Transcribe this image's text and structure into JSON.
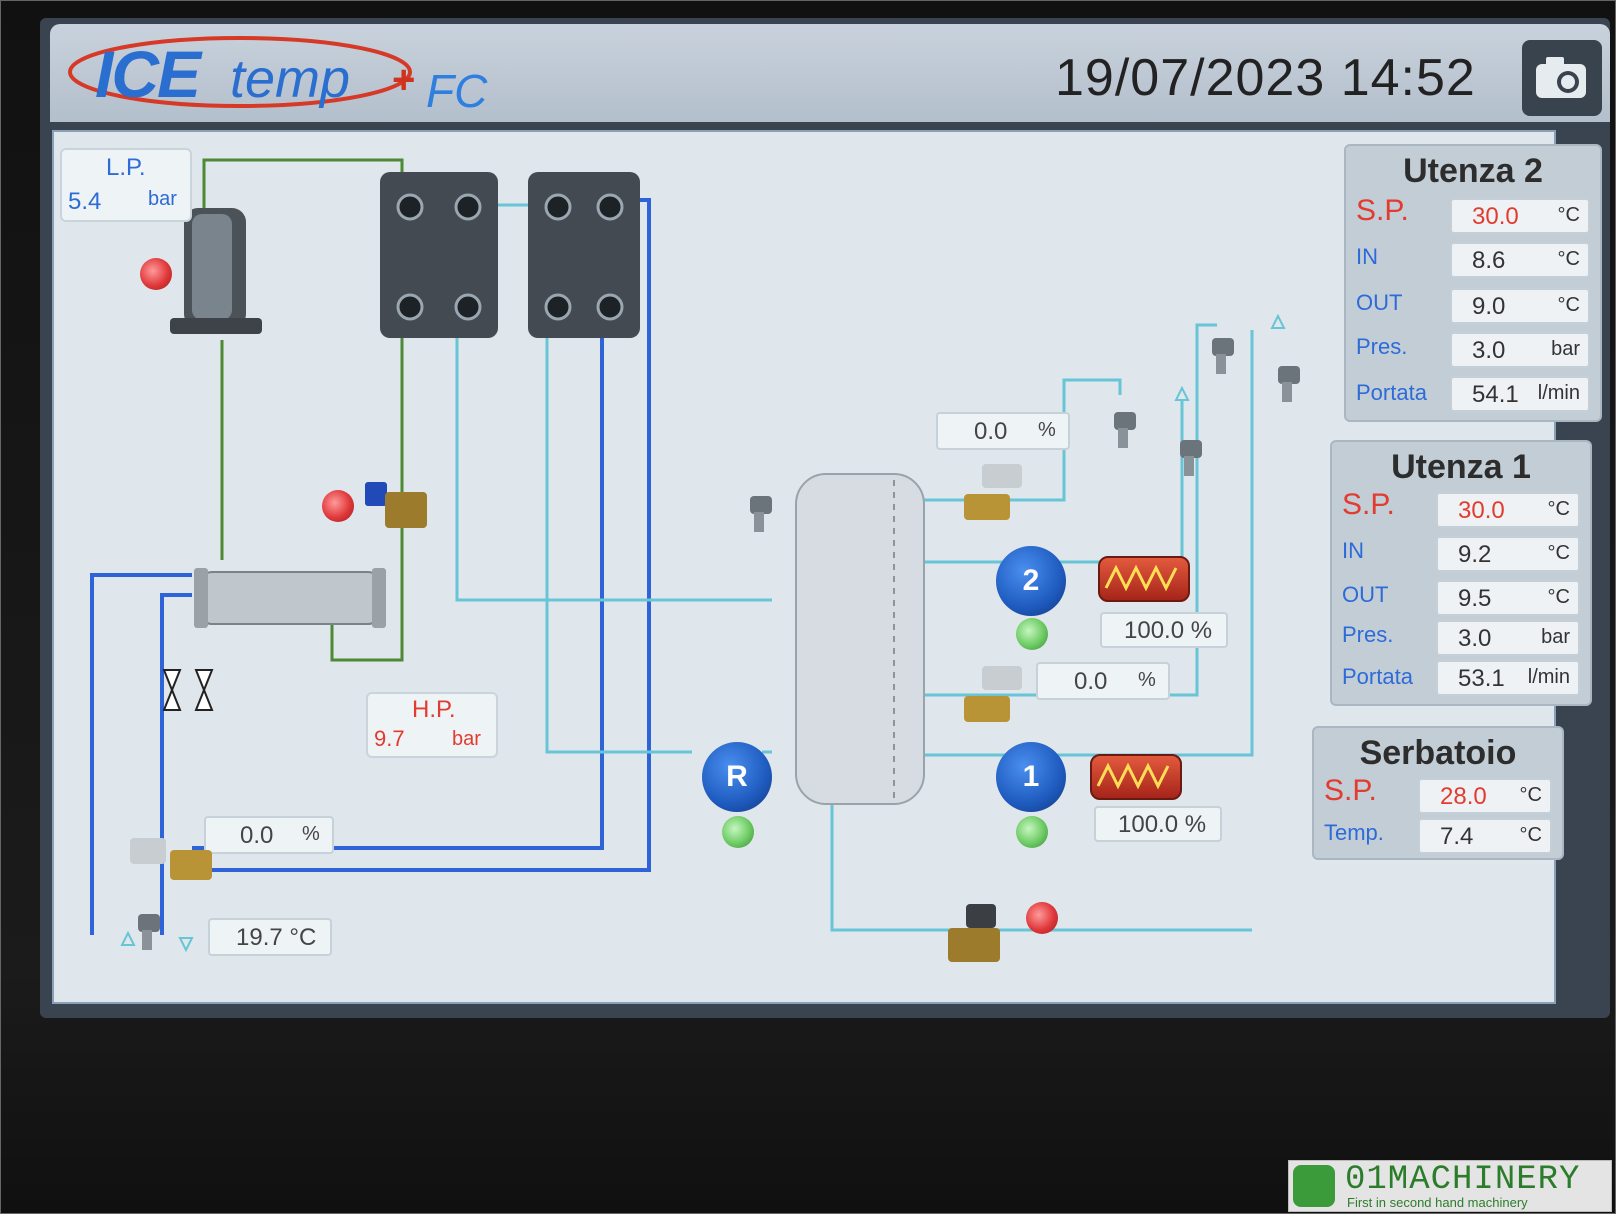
{
  "header": {
    "logo_main": "ICE",
    "logo_sub": "temp",
    "logo_plus": "+",
    "logo_fc": "FC",
    "datetime": "19/07/2023 14:52",
    "camera_icon": "camera-icon"
  },
  "lp": {
    "label": "L.P.",
    "value": "5.4",
    "unit": "bar"
  },
  "hp": {
    "label": "H.P.",
    "value": "9.7",
    "unit": "bar"
  },
  "valve_top": {
    "value": "0.0",
    "unit": "%"
  },
  "valve_mid": {
    "value": "0.0",
    "unit": "%"
  },
  "valve_left": {
    "value": "0.0",
    "unit": "%"
  },
  "temp_left": {
    "value": "19.7 °C"
  },
  "pump2": {
    "label": "2",
    "heater_pct": "100.0 %"
  },
  "pump1": {
    "label": "1",
    "heater_pct": "100.0 %"
  },
  "pumpR": {
    "label": "R"
  },
  "utenza2": {
    "title": "Utenza 2",
    "rows": [
      {
        "label": "S.P.",
        "value": "30.0",
        "unit": "°C"
      },
      {
        "label": "IN",
        "value": "8.6",
        "unit": "°C"
      },
      {
        "label": "OUT",
        "value": "9.0",
        "unit": "°C"
      },
      {
        "label": "Pres.",
        "value": "3.0",
        "unit": "bar"
      },
      {
        "label": "Portata",
        "value": "54.1",
        "unit": "l/min"
      }
    ]
  },
  "utenza1": {
    "title": "Utenza 1",
    "rows": [
      {
        "label": "S.P.",
        "value": "30.0",
        "unit": "°C"
      },
      {
        "label": "IN",
        "value": "9.2",
        "unit": "°C"
      },
      {
        "label": "OUT",
        "value": "9.5",
        "unit": "°C"
      },
      {
        "label": "Pres.",
        "value": "3.0",
        "unit": "bar"
      },
      {
        "label": "Portata",
        "value": "53.1",
        "unit": "l/min"
      }
    ]
  },
  "serbatoio": {
    "title": "Serbatoio",
    "rows": [
      {
        "label": "S.P.",
        "value": "28.0",
        "unit": "°C"
      },
      {
        "label": "Temp.",
        "value": "7.4",
        "unit": "°C"
      }
    ]
  },
  "watermark": {
    "title": "01MACHINERY",
    "sub": "First in second hand machinery"
  },
  "colors": {
    "panel": "#dfe7ed",
    "pipe_blue": "#2f63d8",
    "pipe_cyan": "#67c5d6",
    "pipe_green": "#4e8a35",
    "accent_red": "#e23b2f"
  }
}
